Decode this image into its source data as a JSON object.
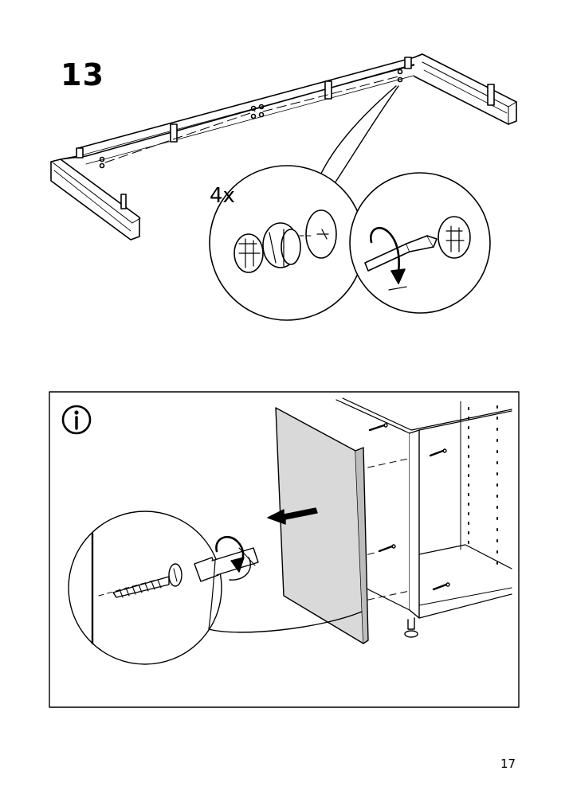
{
  "step": {
    "number": "13"
  },
  "detail": {
    "quantity": "4x"
  },
  "info_panel": {
    "icon": "info-icon"
  },
  "footer": {
    "page_number": "17"
  },
  "colors": {
    "line": "#000000",
    "panel_fill": "#d9d9d9",
    "background": "#ffffff"
  }
}
